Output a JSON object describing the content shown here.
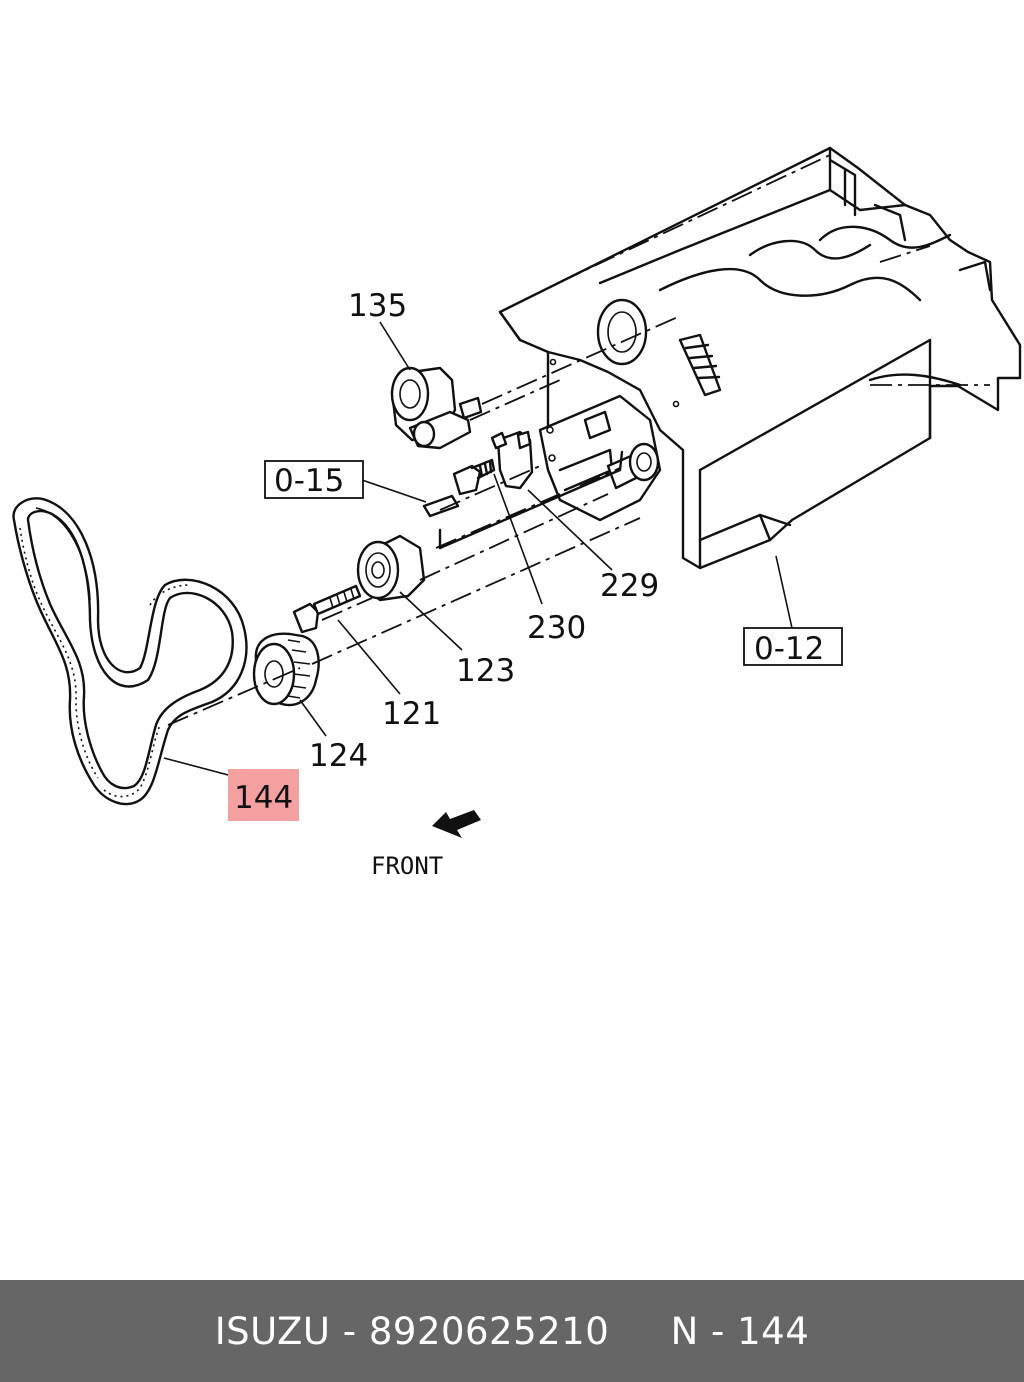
{
  "diagram": {
    "callouts": [
      {
        "id": "135",
        "text": "135"
      },
      {
        "id": "015",
        "text": "0-15"
      },
      {
        "id": "229",
        "text": "229"
      },
      {
        "id": "230",
        "text": "230"
      },
      {
        "id": "123",
        "text": "123"
      },
      {
        "id": "121",
        "text": "121"
      },
      {
        "id": "124",
        "text": "124"
      },
      {
        "id": "012",
        "text": "0-12"
      },
      {
        "id": "144",
        "text": "144"
      }
    ],
    "highlight_color": "#f4a0a0",
    "front_label": "FRONT"
  },
  "footer": {
    "brand": "ISUZU",
    "separator1": " - ",
    "part_number": "8920625210",
    "gap": "     ",
    "ref_prefix": "N",
    "separator2": " - ",
    "ref_number": "144"
  }
}
